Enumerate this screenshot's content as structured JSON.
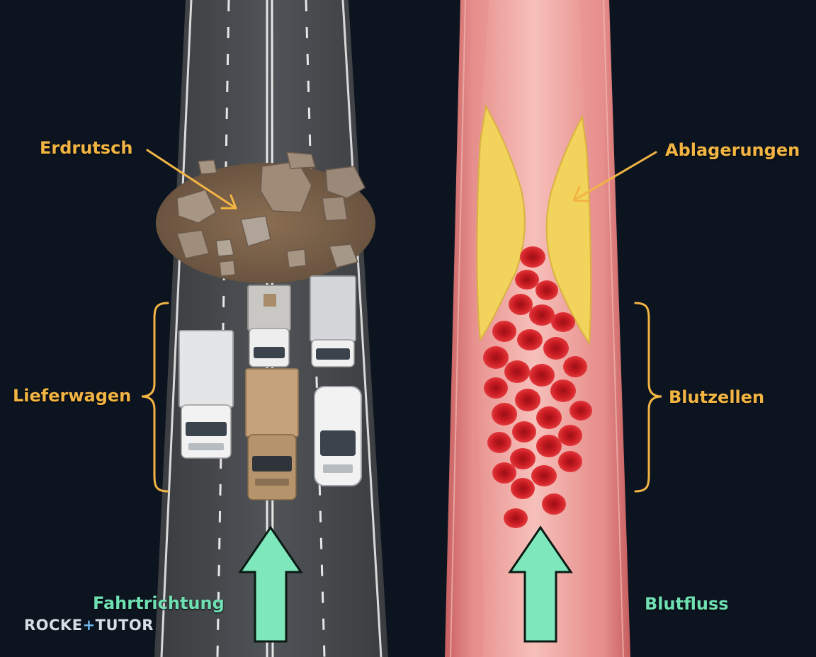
{
  "labels": {
    "landslide": "Erdrutsch",
    "trucks": "Lieferwagen",
    "direction": "Fahrtrichtung",
    "deposits": "Ablagerungen",
    "blood_cells": "Blutzellen",
    "blood_flow": "Blutfluss"
  },
  "logo": {
    "left": "ROCKE",
    "plus": "+",
    "right": "TUTOR"
  },
  "colors": {
    "background": "#0c1420",
    "label_orange": "#f2b544",
    "label_green": "#6fe0b2",
    "arrow_green": "#7ee8bc",
    "road": "#4a4c4f",
    "vessel_wall": "#e08a8a",
    "lumen": "#f0a7a4",
    "plaque": "#f2d35c",
    "blood_cell": "#c81b22"
  }
}
